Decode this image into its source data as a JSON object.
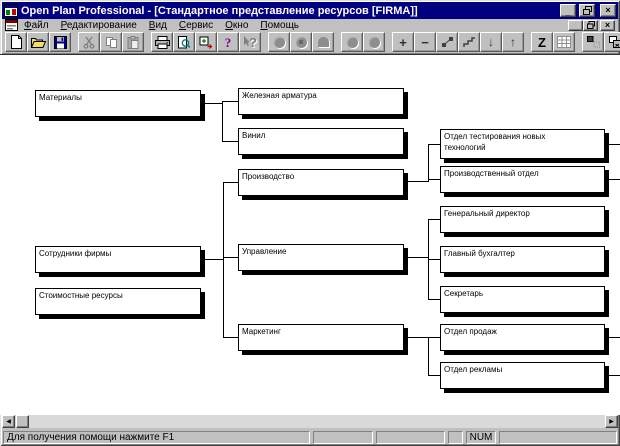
{
  "titlebar": {
    "title": "Open Plan Professional - [Стандартное представление ресурсов [FIRMA]]",
    "controls": {
      "minimize": "_",
      "close": "×"
    }
  },
  "menu": {
    "items": [
      {
        "hotkey": "Ф",
        "rest": "айл"
      },
      {
        "hotkey": "Р",
        "rest": "едактирование"
      },
      {
        "hotkey": "В",
        "rest": "ид"
      },
      {
        "hotkey": "С",
        "rest": "ервис"
      },
      {
        "hotkey": "О",
        "rest": "кно"
      },
      {
        "hotkey": "П",
        "rest": "омощь"
      }
    ],
    "mdi_controls": {
      "minimize": "_",
      "close": "×"
    }
  },
  "toolbar": {
    "buttons": [
      "new-icon",
      "open-folder-icon",
      "save-icon",
      "cut-icon",
      "copy-icon",
      "paste-icon",
      "print-icon",
      "print-preview-icon",
      "exchange-icon",
      "help-icon",
      "context-help-icon",
      "shape-circle-icon",
      "shape-circle-marked-icon",
      "shape-arch-icon",
      "shape-circle-icon",
      "shape-circle-icon",
      "expand-plus-icon",
      "collapse-minus-icon",
      "link-nodes-icon",
      "steps-layout-icon",
      "move-down-icon",
      "move-up-icon",
      "zigzag-icon",
      "grid-icon",
      "tile-windows-icon",
      "cascade-windows-icon"
    ],
    "icons": {
      "help": {
        "glyph": "?"
      },
      "context_help": {
        "glyph": "?"
      },
      "plus": {
        "glyph": "+"
      },
      "minus": {
        "glyph": "−"
      },
      "down": {
        "glyph": "↓"
      },
      "up": {
        "glyph": "↑"
      },
      "zigzag": {
        "glyph": "Z"
      }
    }
  },
  "tree": {
    "nodes": [
      {
        "id": "materials",
        "label": "Материалы"
      },
      {
        "id": "iron-fittings",
        "label": "Железная арматура"
      },
      {
        "id": "vinyl",
        "label": "Винил"
      },
      {
        "id": "production",
        "label": "Производство"
      },
      {
        "id": "new-tech-dept",
        "label": "Отдел тестирования новых технологий"
      },
      {
        "id": "production-dept",
        "label": "Производственный отдел"
      },
      {
        "id": "employees",
        "label": "Сотрудники фирмы"
      },
      {
        "id": "management",
        "label": "Управление"
      },
      {
        "id": "general-director",
        "label": "Генеральный директор"
      },
      {
        "id": "chief-accountant",
        "label": "Главный бухгалтер"
      },
      {
        "id": "secretary",
        "label": "Секретарь"
      },
      {
        "id": "cost-resources",
        "label": "Стоимостные ресурсы"
      },
      {
        "id": "marketing",
        "label": "Маркетинг"
      },
      {
        "id": "sales-dept",
        "label": "Отдел продаж"
      },
      {
        "id": "advertising-dept",
        "label": "Отдел рекламы"
      }
    ]
  },
  "statusbar": {
    "message": "Для получения помощи нажмите F1",
    "num": "NUM"
  },
  "scrollbar": {
    "left_arrow": "◀",
    "right_arrow": "▶"
  },
  "colors": {
    "titlebar_bg": "#000080",
    "chrome": "#c0c0c0",
    "canvas_bg": "#ffffff",
    "node_border": "#000000",
    "help_icon": "#800080",
    "preview_magnifier": "#008080",
    "save_icon": "#000080"
  }
}
